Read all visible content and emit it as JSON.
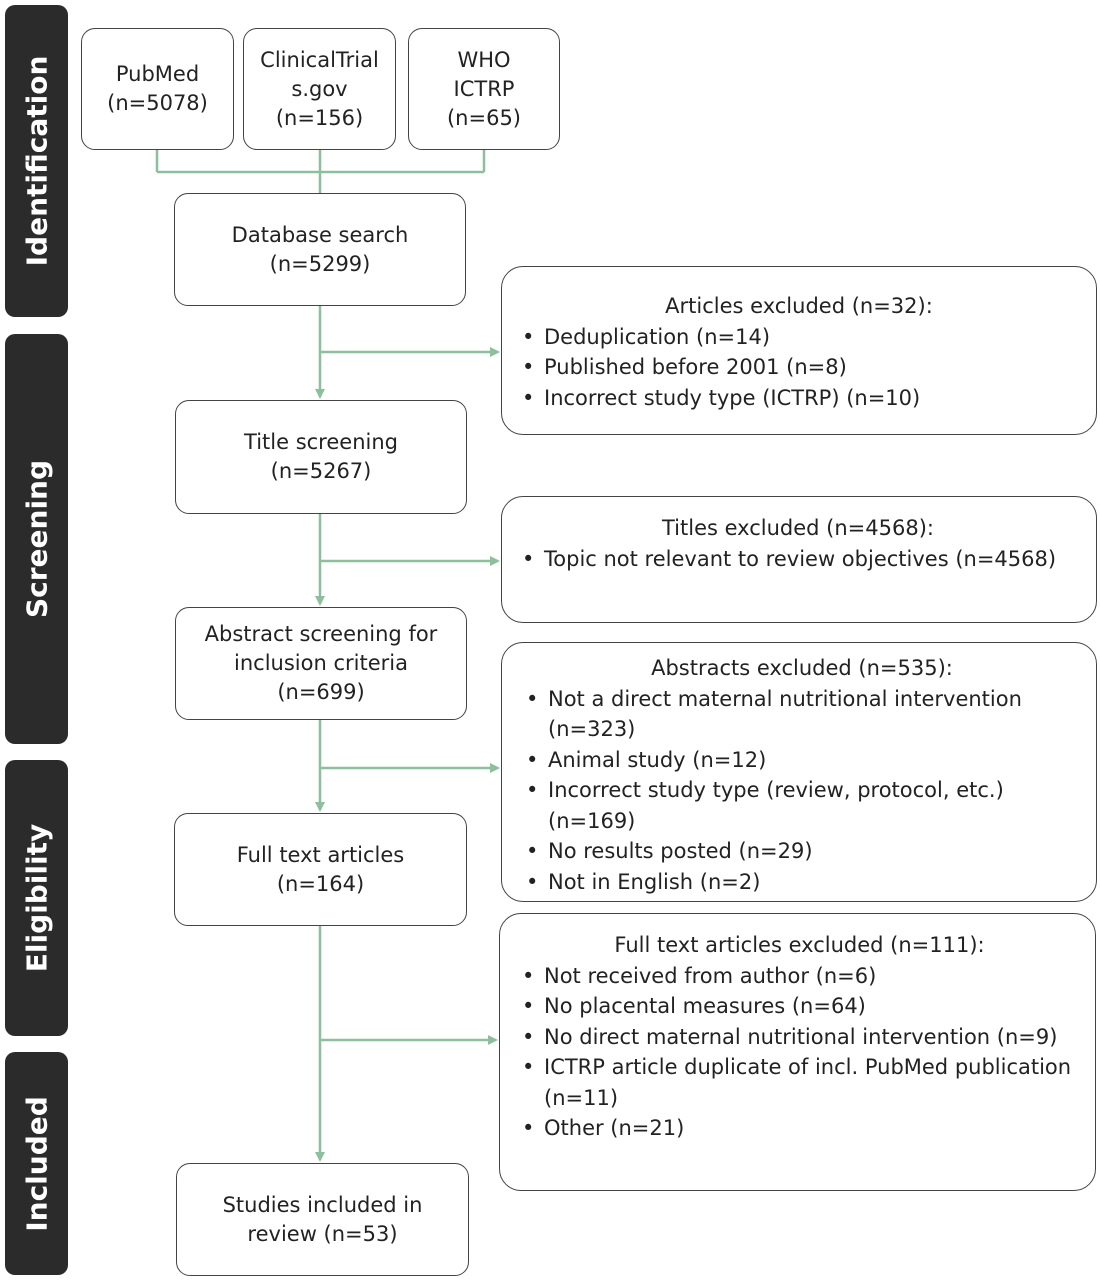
{
  "phases": {
    "identification": "Identification",
    "screening": "Screening",
    "eligibility": "Eligibility",
    "included": "Included"
  },
  "sources": [
    {
      "name": "PubMed",
      "n": "(n=5078)"
    },
    {
      "name_line1": "ClinicalTrial",
      "name_line2": "s.gov",
      "n": "(n=156)"
    },
    {
      "name_line1": "WHO",
      "name_line2": "ICTRP",
      "n": "(n=65)"
    }
  ],
  "flow": {
    "database_search": {
      "label": "Database search",
      "n": "(n=5299)"
    },
    "title_screening": {
      "label": "Title screening",
      "n": "(n=5267)"
    },
    "abstract_screening": {
      "line1": "Abstract screening for",
      "line2": "inclusion criteria",
      "n": "(n=699)"
    },
    "full_text": {
      "label": "Full text articles",
      "n": "(n=164)"
    },
    "included": {
      "line1": "Studies included in",
      "line2": "review (n=53)"
    }
  },
  "exclusions": {
    "articles": {
      "header": "Articles excluded (n=32):",
      "items": [
        "Deduplication (n=14)",
        "Published before 2001 (n=8)",
        "Incorrect study type (ICTRP) (n=10)"
      ]
    },
    "titles": {
      "header": "Titles excluded (n=4568):",
      "items": [
        "Topic not relevant to review objectives (n=4568)"
      ]
    },
    "abstracts": {
      "header": "Abstracts excluded (n=535):",
      "items": [
        "Not a direct maternal nutritional intervention (n=323)",
        "Animal study (n=12)",
        "Incorrect study type (review, protocol, etc.) (n=169)",
        "No results posted (n=29)",
        "Not in English (n=2)"
      ]
    },
    "full_text": {
      "header": "Full text articles excluded (n=111):",
      "items": [
        "Not received from author (n=6)",
        "No placental measures (n=64)",
        "No direct maternal nutritional intervention (n=9)",
        "ICTRP article duplicate of incl. PubMed publication (n=11)",
        "Other (n=21)"
      ]
    }
  },
  "colors": {
    "connector": "#8dbf9c",
    "phase_bg": "#2b2b2b",
    "box_border": "#444444"
  }
}
